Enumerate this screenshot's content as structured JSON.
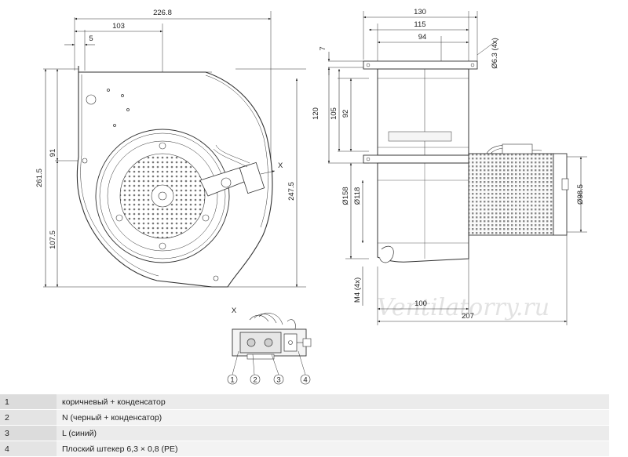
{
  "dims": {
    "width_total": "226.8",
    "width_inner": "103",
    "offset_small": "5",
    "height_total": "261.5",
    "height_91": "91",
    "height_107": "107.5",
    "height_247": "247.5",
    "section_marker": "X",
    "side_130": "130",
    "side_115": "115",
    "side_94": "94",
    "hole_dia": "Ø6.3 (4x)",
    "h7": "7",
    "h120": "120",
    "h105": "105",
    "h92": "92",
    "d158": "Ø158",
    "d118": "Ø118",
    "d98": "Ø98.5",
    "m4": "M4 (4x)",
    "w100": "100",
    "w207": "207"
  },
  "detail": {
    "title": "X",
    "callouts": [
      "1",
      "2",
      "3",
      "4"
    ]
  },
  "watermark": "Ventilatorry.ru",
  "legend": [
    {
      "num": "1",
      "text": "коричневый + конденсатор"
    },
    {
      "num": "2",
      "text": "N (черный + конденсатор)"
    },
    {
      "num": "3",
      "text": "L (синий)"
    },
    {
      "num": "4",
      "text": "Плоский штекер 6,3 × 0,8 (PE)"
    }
  ]
}
